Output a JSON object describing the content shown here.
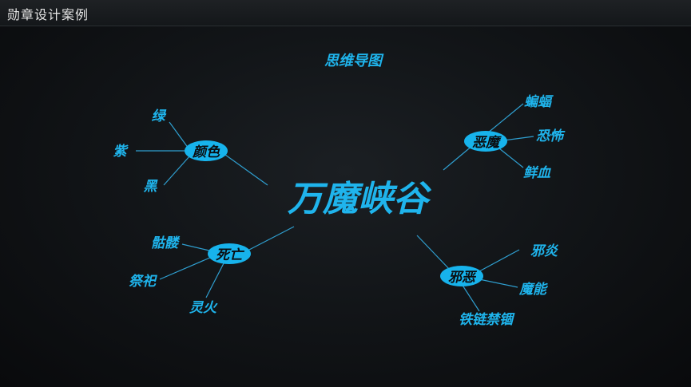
{
  "window": {
    "title": "勋章设计案例"
  },
  "diagram": {
    "heading": "思维导图",
    "center": "万魔峡谷",
    "branches": [
      {
        "label": "颜色",
        "leaves": [
          "绿",
          "紫",
          "黑"
        ]
      },
      {
        "label": "恶魔",
        "leaves": [
          "蝙蝠",
          "恐怖",
          "鲜血"
        ]
      },
      {
        "label": "死亡",
        "leaves": [
          "骷髅",
          "祭祀",
          "灵火"
        ]
      },
      {
        "label": "邪恶",
        "leaves": [
          "邪炎",
          "魔能",
          "铁链禁锢"
        ]
      }
    ],
    "colors": {
      "accent": "#1fb4ec",
      "node_fill": "#17b3ec",
      "line": "#2f9fd0"
    }
  }
}
